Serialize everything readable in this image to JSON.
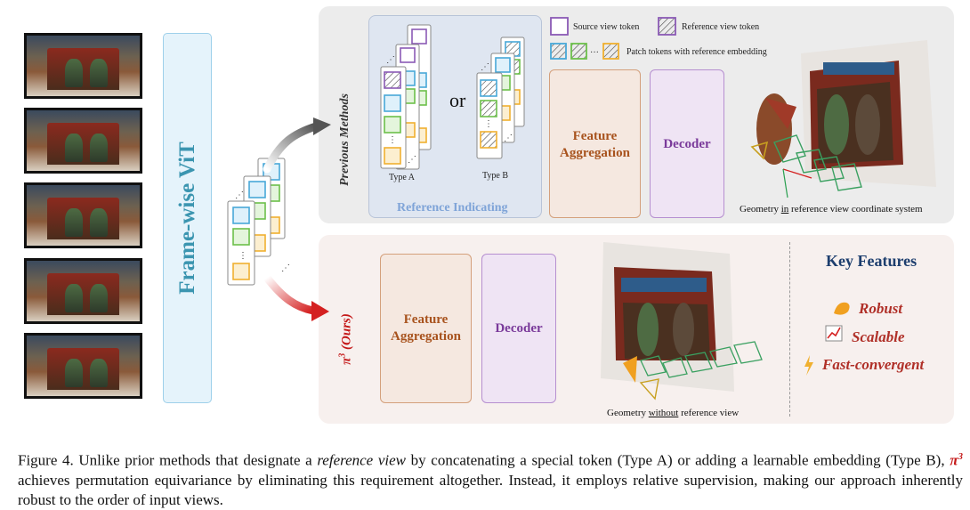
{
  "left_column": {
    "photos": [
      "view-1",
      "view-2",
      "view-3",
      "view-4",
      "view-5"
    ],
    "vit_label": "Frame-wise ViT"
  },
  "previous": {
    "label": "Previous Methods",
    "type_a": "Type A",
    "or": "or",
    "type_b": "Type B",
    "reference_indicating": "Reference Indicating",
    "legend": {
      "source": "Source view token",
      "reference": "Reference view token",
      "patch": "Patch tokens with reference embedding"
    },
    "feature_aggregation": "Feature Aggregation",
    "decoder": "Decoder",
    "geometry_pre": "Geometry ",
    "geometry_em": "in",
    "geometry_post": " reference view coordinate system"
  },
  "ours": {
    "label": "(Ours)",
    "pi_symbol": "π",
    "pi_exp": "3",
    "feature_aggregation": "Feature Aggregation",
    "decoder": "Decoder",
    "geometry_pre": "Geometry ",
    "geometry_em": "without",
    "geometry_post": " reference view",
    "key_features_title": "Key Features",
    "features": [
      "Robust",
      "Scalable",
      "Fast-convergent"
    ]
  },
  "caption": {
    "part1": "Figure 4. Unlike prior methods that designate a ",
    "em": "reference view",
    "part2": " by concatenating a special token (Type A) or adding a learnable embedding (Type B), ",
    "pi": "π",
    "pi_exp": "3",
    "part3": " achieves permutation equivariance by eliminating this requirement altogether. Instead, it employs relative supervision, making our approach inherently robust to the order of input views."
  },
  "colors": {
    "source": "#8a5ab5",
    "blue": "#48a8d8",
    "green": "#6cc04a",
    "orange": "#f0b030",
    "accent_red": "#c41818"
  }
}
